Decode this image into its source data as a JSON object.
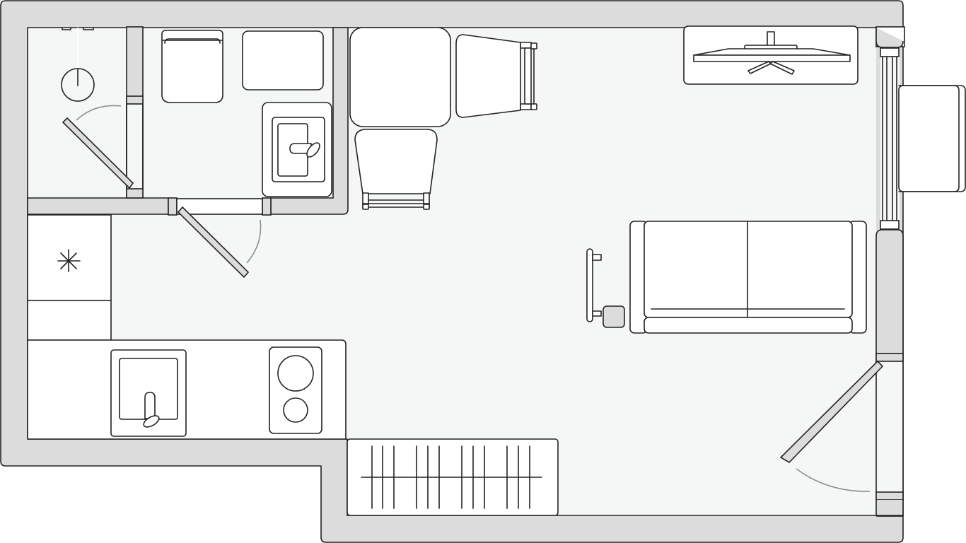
{
  "plan": {
    "type": "apartment floor plan",
    "colors": {
      "wall_fill": "#dcdcdc",
      "floor_fill": "#f5f6f6",
      "line": "#222222",
      "door_swing": "#8e8e8e",
      "fixture_fill": "#ffffff"
    },
    "rooms": [
      "bathroom",
      "kitchen",
      "living-room"
    ],
    "fixtures": [
      "shower-icon",
      "toilet-icon",
      "washing-machine-icon",
      "bathroom-sink-icon",
      "wardrobe-icon",
      "fridge-icon",
      "kitchen-sink-icon",
      "cooktop-icon",
      "dining-table-icon",
      "dining-chair-icon",
      "armchair-icon",
      "tv-icon",
      "sofa-icon",
      "floor-lamp-icon",
      "side-table-icon",
      "radiator-icon",
      "balcony-bench-icon",
      "entrance-door-icon"
    ]
  }
}
